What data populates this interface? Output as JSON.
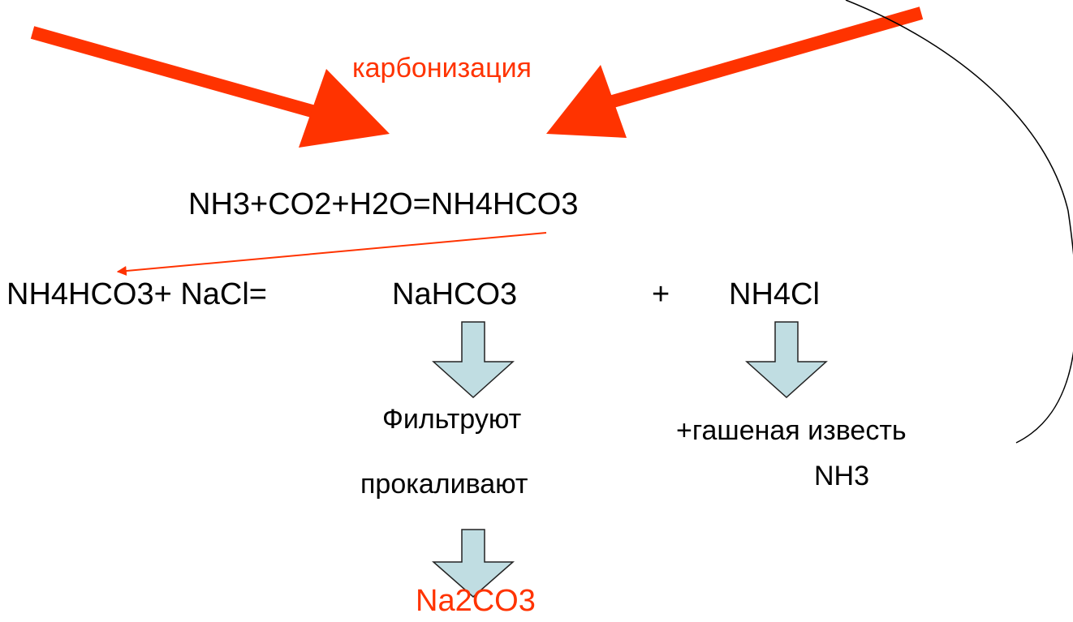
{
  "colors": {
    "accent": "#ff3300",
    "text": "#000000",
    "hollow_arrow_fill": "#c0dde2",
    "hollow_arrow_stroke": "#222222",
    "background": "#ffffff"
  },
  "labels": {
    "carbonization": "карбонизация",
    "reaction1": "NH3+CO2+H2O=NH4HCO3",
    "reaction2_left": "NH4HCO3+ NaCl=",
    "product_nahco3": "NaHCO3",
    "plus": "+",
    "product_nh4cl": "NH4Cl",
    "step_filter": "Фильтруют",
    "step_calcine": "прокаливают",
    "slaked_lime": "+гашеная известь",
    "ammonia_recycled": "NH3",
    "final_product": "Na2CO3"
  },
  "icons": {
    "thick_arrows": "thick-red-arrow",
    "thin_arrow": "thin-red-arrow",
    "process_arrows": "hollow-down-arrow",
    "recycle_curve": "curved-return-line"
  }
}
